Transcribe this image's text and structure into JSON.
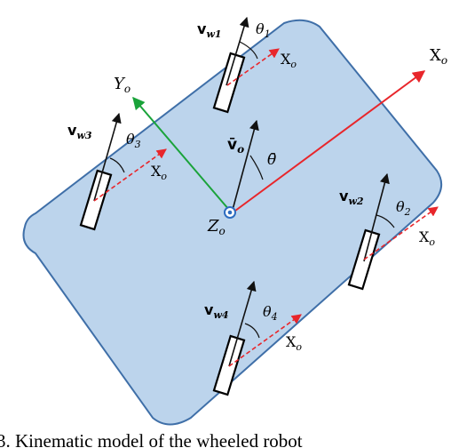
{
  "colors": {
    "body_fill": "#bcd4ec",
    "body_stroke": "#3f6fa8",
    "x_axis": "#e8262b",
    "y_axis": "#1aa33a",
    "heading_arrow": "#111111",
    "pivot": "#2d6cc0"
  },
  "frame": {
    "x_axis_label": "X",
    "x_axis_sub": "o",
    "y_axis_label": "Y",
    "y_axis_sub": "o",
    "z_label": "Z",
    "z_sub": "o"
  },
  "body_velocity": {
    "v_label": "v̄",
    "v_sub": "o",
    "theta_label": "θ̄"
  },
  "wheels": [
    {
      "id": "w1",
      "v": "v",
      "v_sub": "w1",
      "theta": "θ",
      "theta_sub": "1",
      "x": "X",
      "x_sub": "o"
    },
    {
      "id": "w2",
      "v": "v",
      "v_sub": "w2",
      "theta": "θ",
      "theta_sub": "2",
      "x": "X",
      "x_sub": "o"
    },
    {
      "id": "w3",
      "v": "v",
      "v_sub": "w3",
      "theta": "θ",
      "theta_sub": "3",
      "x": "X",
      "x_sub": "o"
    },
    {
      "id": "w4",
      "v": "v",
      "v_sub": "w4",
      "theta": "θ",
      "theta_sub": "4",
      "x": "X",
      "x_sub": "o"
    }
  ],
  "caption": "3.  Kinematic model of the wheeled robot"
}
